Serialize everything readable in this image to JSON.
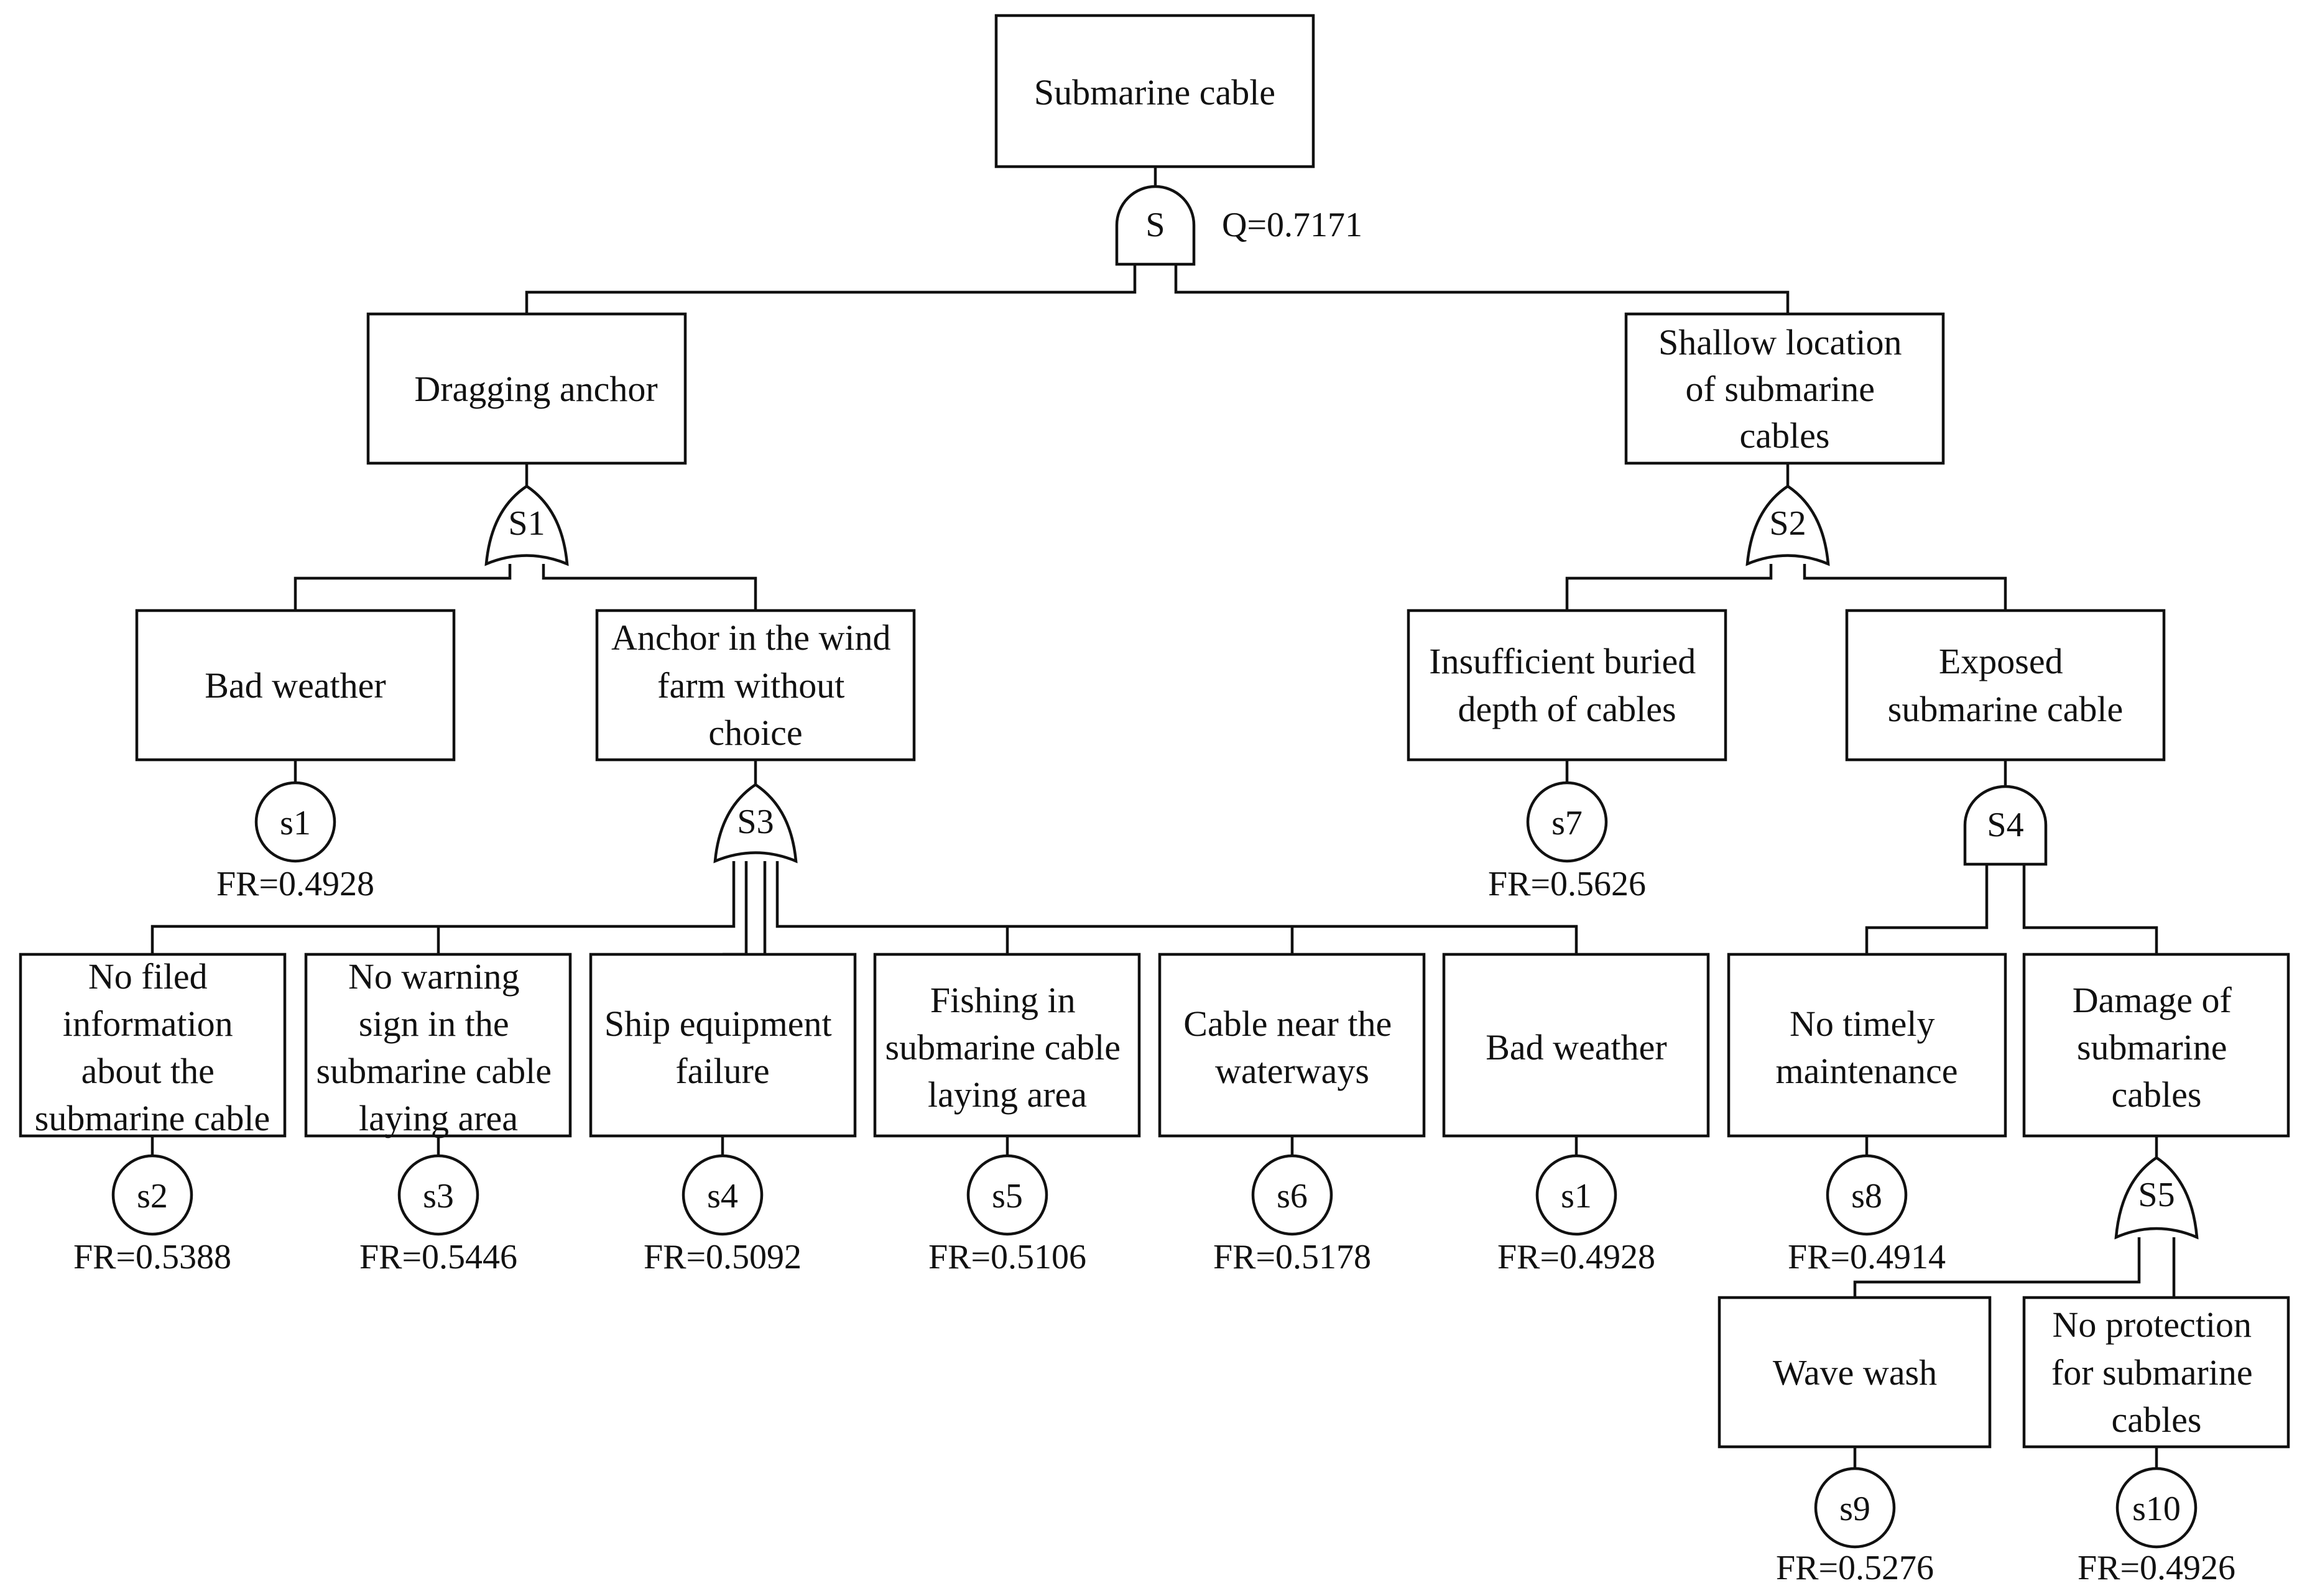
{
  "events": {
    "top": [
      "Submarine cable"
    ],
    "dragging_anchor": [
      "Dragging anchor"
    ],
    "shallow_location": [
      "Shallow location",
      "of submarine",
      "cables"
    ],
    "bad_weather_main": [
      "Bad weather"
    ],
    "anchor_wind_farm": [
      "Anchor in the wind",
      "farm without",
      "choice"
    ],
    "insufficient_depth": [
      "Insufficient buried",
      "depth of cables"
    ],
    "exposed_cable": [
      "Exposed",
      "submarine cable"
    ],
    "no_filed_info": [
      "No filed",
      "information",
      "about the",
      "submarine cable"
    ],
    "no_warning_sign": [
      "No warning",
      "sign in the",
      "submarine cable",
      "laying area"
    ],
    "ship_equipment_failure": [
      "Ship equipment",
      "failure"
    ],
    "fishing_area": [
      "Fishing in",
      "submarine cable",
      "laying area"
    ],
    "cable_near_waterways": [
      "Cable near the",
      "waterways"
    ],
    "bad_weather_sub": [
      "Bad weather"
    ],
    "no_timely_maintenance": [
      "No timely",
      "maintenance"
    ],
    "damage_of_cables": [
      "Damage of",
      "submarine",
      "cables"
    ],
    "wave_wash": [
      "Wave wash"
    ],
    "no_protection": [
      "No protection",
      "for submarine",
      "cables"
    ]
  },
  "gates": {
    "S": {
      "label": "S",
      "type": "and"
    },
    "S1": {
      "label": "S1",
      "type": "or"
    },
    "S2": {
      "label": "S2",
      "type": "or"
    },
    "S3": {
      "label": "S3",
      "type": "or"
    },
    "S4": {
      "label": "S4",
      "type": "and"
    },
    "S5": {
      "label": "S5",
      "type": "or"
    }
  },
  "top_probability": "Q=0.7171",
  "basic_events": {
    "s1_main": {
      "label": "s1",
      "fr": "FR=0.4928"
    },
    "s7": {
      "label": "s7",
      "fr": "FR=0.5626"
    },
    "s2": {
      "label": "s2",
      "fr": "FR=0.5388"
    },
    "s3": {
      "label": "s3",
      "fr": "FR=0.5446"
    },
    "s4": {
      "label": "s4",
      "fr": "FR=0.5092"
    },
    "s5": {
      "label": "s5",
      "fr": "FR=0.5106"
    },
    "s6": {
      "label": "s6",
      "fr": "FR=0.5178"
    },
    "s1_sub": {
      "label": "s1",
      "fr": "FR=0.4928"
    },
    "s8": {
      "label": "s8",
      "fr": "FR=0.4914"
    },
    "s9": {
      "label": "s9",
      "fr": "FR=0.5276"
    },
    "s10": {
      "label": "s10",
      "fr": "FR=0.4926"
    }
  }
}
